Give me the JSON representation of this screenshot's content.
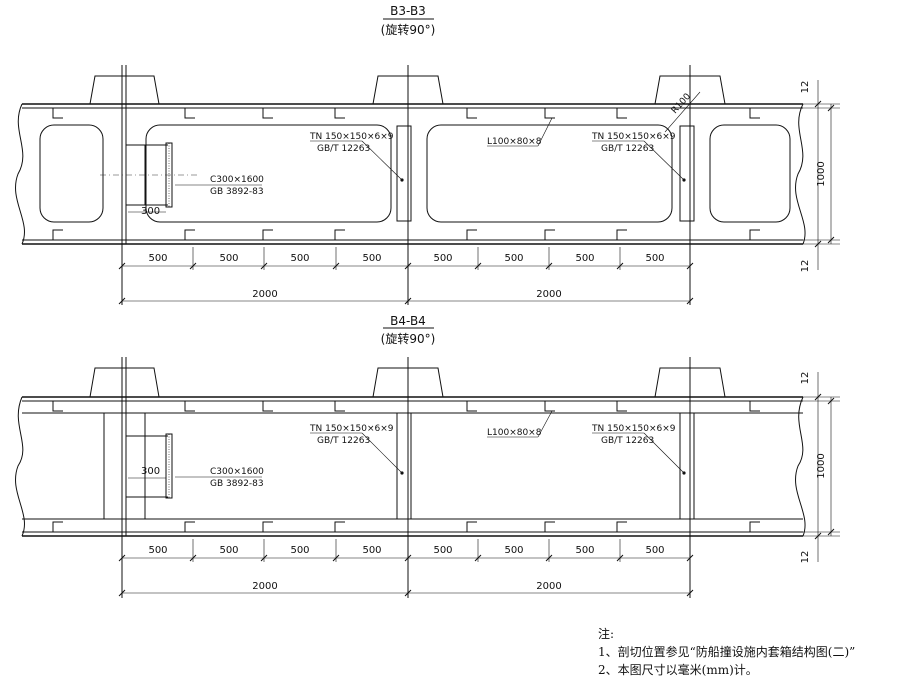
{
  "sections": [
    {
      "id": "b3",
      "title": "B3-B3",
      "subtitle": "(旋转90°)",
      "labels": {
        "channel": "C300×1600",
        "channel_std": "GB 3892-83",
        "tee_left": "TN 150×150×6×9",
        "tee_left_std": "GB/T 12263",
        "angle": "L100×80×8",
        "tee_right": "TN 150×150×6×9",
        "tee_right_std": "GB/T 12263",
        "radius": "R100",
        "offset": "300"
      },
      "dims": {
        "spacing": [
          "500",
          "500",
          "500",
          "500",
          "500",
          "500",
          "500",
          "500"
        ],
        "totals": [
          "2000",
          "2000"
        ],
        "height": "1000",
        "plate_top": "12",
        "plate_bottom": "12"
      }
    },
    {
      "id": "b4",
      "title": "B4-B4",
      "subtitle": "(旋转90°)",
      "labels": {
        "channel": "C300×1600",
        "channel_std": "GB 3892-83",
        "tee_left": "TN 150×150×6×9",
        "tee_left_std": "GB/T 12263",
        "angle": "L100×80×8",
        "tee_right": "TN 150×150×6×9",
        "tee_right_std": "GB/T 12263",
        "offset": "300"
      },
      "dims": {
        "spacing": [
          "500",
          "500",
          "500",
          "500",
          "500",
          "500",
          "500",
          "500"
        ],
        "totals": [
          "2000",
          "2000"
        ],
        "height": "1000",
        "plate_top": "12",
        "plate_bottom": "12"
      }
    }
  ],
  "notes": {
    "heading": "注:",
    "items": [
      "1、剖切位置参见“防船撞设施内套箱结构图(二)”",
      "2、本图尺寸以毫米(mm)计。"
    ]
  }
}
